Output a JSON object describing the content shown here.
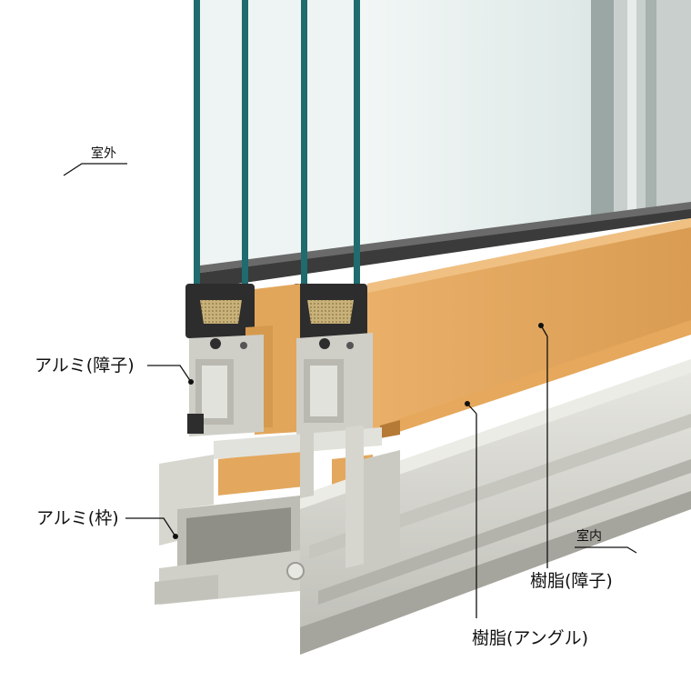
{
  "labels": {
    "outdoor": "室外",
    "indoor": "室内",
    "alu_sash": "アルミ(障子)",
    "alu_frame": "アルミ(枠)",
    "resin_sash": "樹脂(障子)",
    "resin_angle": "樹脂(アングル)"
  },
  "colors": {
    "resin": "#e3a85e",
    "resin_dark": "#b57a36",
    "aluminum": "#d8d8d0",
    "aluminum_dark": "#9c9c94",
    "glass": "#e6efee",
    "glass_edge": "#1f6b6e",
    "gasket": "#2d2d2d",
    "desiccant": "#c7b27a"
  }
}
